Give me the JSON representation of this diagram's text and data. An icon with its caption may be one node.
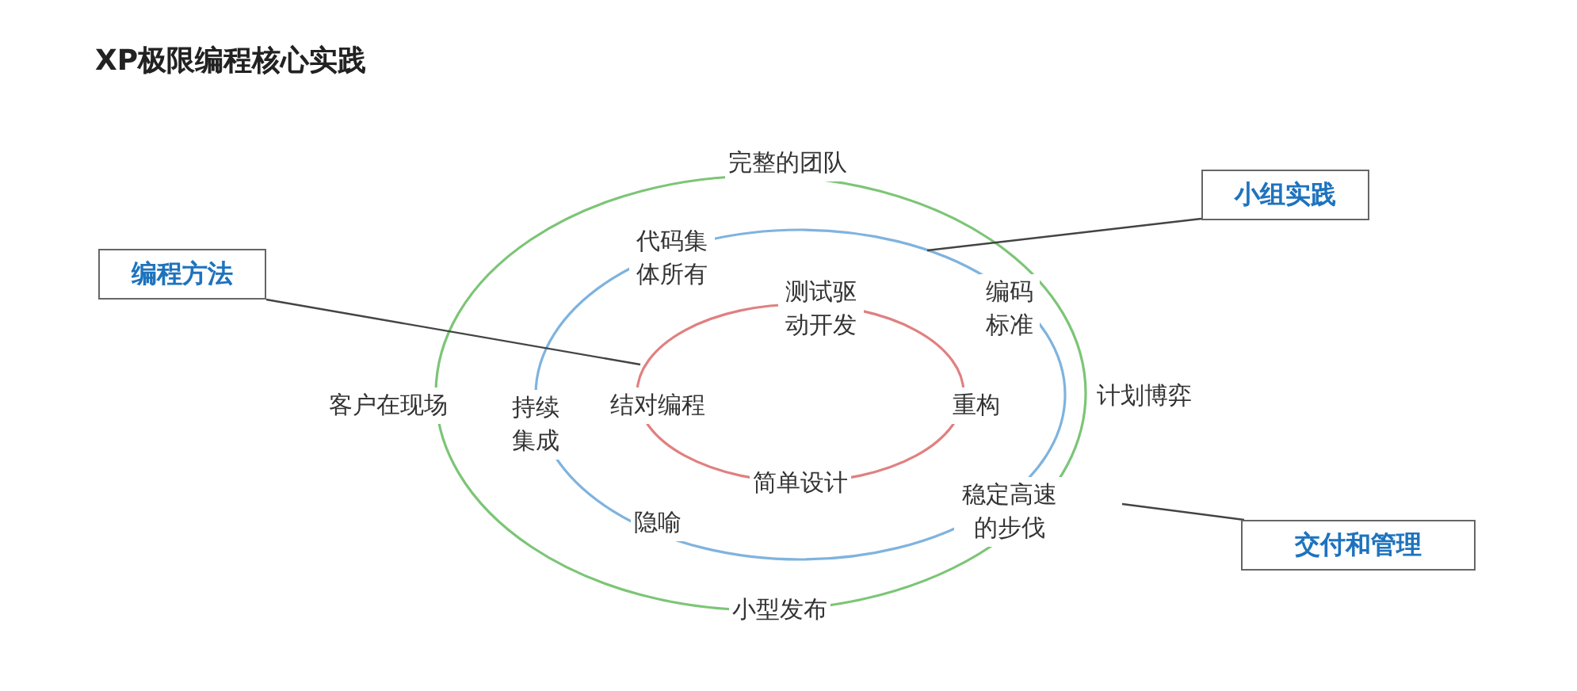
{
  "diagram": {
    "title": "XP极限编程核心实践",
    "nodes": [
      {
        "text": [],
        "shape": "ellipse"
      },
      {
        "text": [],
        "shape": "ellipse",
        "in": 0
      },
      {
        "text": [],
        "shape": "ellipse",
        "in": 1
      },
      {
        "text": [
          "编程方法"
        ]
      },
      {
        "text": [
          "小组实践"
        ]
      },
      {
        "text": [
          "交付和管理"
        ]
      }
    ],
    "edges": [
      {
        "from": 3,
        "to": 2,
        "arrow": "none"
      },
      {
        "from": 4,
        "to": 1,
        "arrow": "none"
      },
      {
        "from": 5,
        "to": 0,
        "arrow": "none"
      }
    ],
    "labels": [
      "完整的团队",
      "代码集体所有",
      "测试驱动开发",
      "编码标准",
      "客户在现场",
      "持续集成",
      "结对编程",
      "重构",
      "计划博弈",
      "简单设计",
      "隐喻",
      "稳定高速的步伐",
      "小型发布"
    ]
  }
}
